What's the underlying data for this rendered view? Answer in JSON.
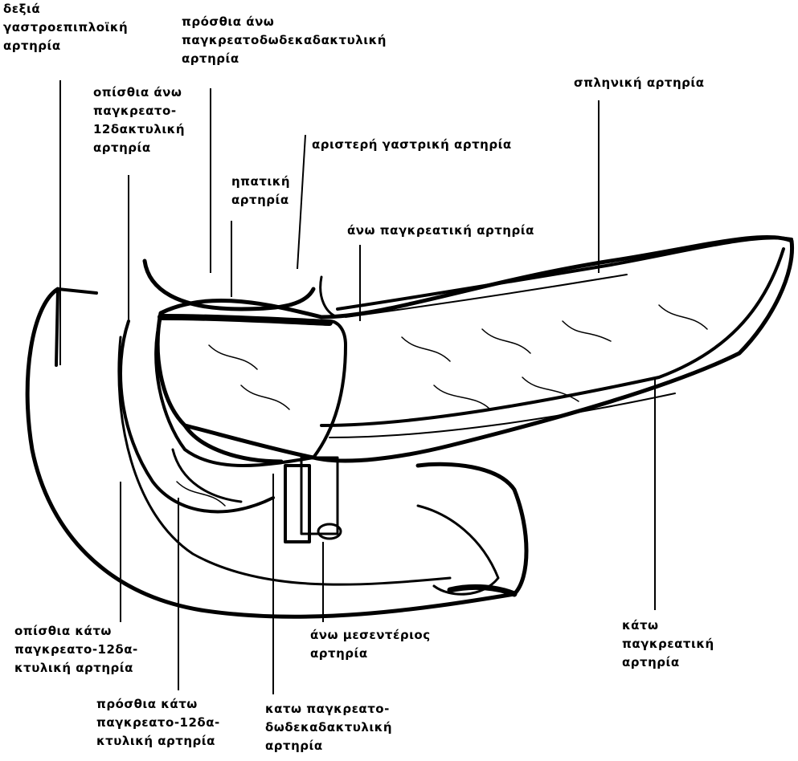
{
  "labels": {
    "right_gastroepiploic": "δεξιά\nγαστροεπιπλοϊκή\nαρτηρία",
    "anterior_superior_pd": "πρόσθια άνω\nπαγκρεατοδωδεκαδακτυλική\nαρτηρία",
    "splenic": "σπληνική αρτηρία",
    "posterior_superior_pd": "οπίσθια άνω\nπαγκρεατο-\n12δακτυλική\nαρτηρία",
    "left_gastric": "αριστερή γαστρική αρτηρία",
    "hepatic": "ηπατική\nαρτηρία",
    "superior_pancreatic": "άνω παγκρεατική αρτηρία",
    "posterior_inferior_pd": "οπίσθια κάτω\nπαγκρεατο-12δα-\nκτυλική αρτηρία",
    "superior_mesenteric": "άνω μεσεντέριος\nαρτηρία",
    "inferior_pancreatic": "κάτω\nπαγκρεατική\nαρτηρία",
    "anterior_inferior_pd": "πρόσθια κάτω\nπαγκρεατο-12δα-\nκτυλική αρτηρία",
    "inferior_pd": "κατω παγκρεατο-\nδωδεκαδακτυλική\nαρτηρία"
  }
}
